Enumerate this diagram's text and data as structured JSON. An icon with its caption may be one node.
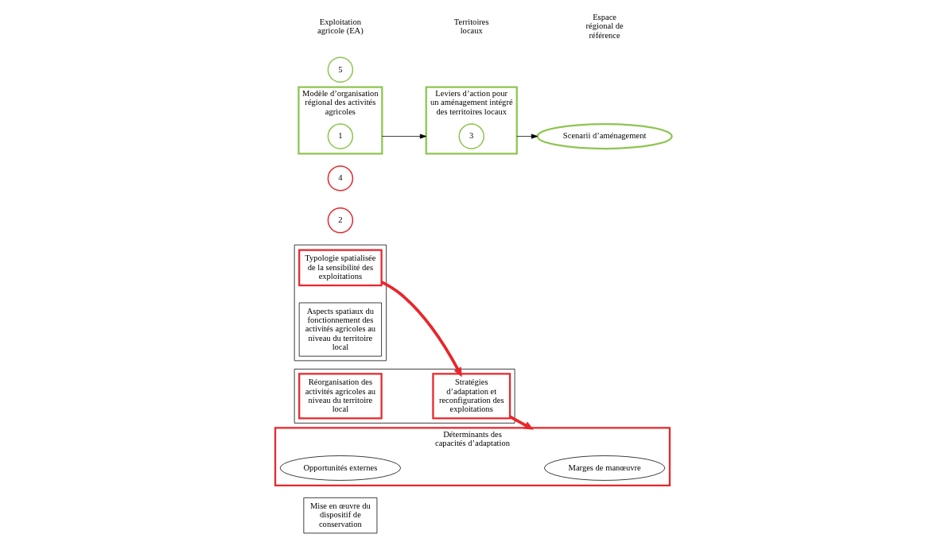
{
  "diagram": {
    "nodes": [
      {
        "text": [
          "Mise en œuvre du dispositif de conservation"
        ]
      },
      {
        "text": [],
        "shape": "box"
      },
      {
        "text": [
          "Typologie spatialisée de la sensibilité des exploitations"
        ],
        "in": 1
      },
      {
        "text": [
          "Aspects spatiaux du fonctionnement des activités agricoles au niveau du territoire local"
        ],
        "in": 1
      },
      {
        "text": [
          "Déterminants des capacités d’adaptation"
        ]
      },
      {
        "text": [
          "Marges de manœuvre"
        ],
        "in": 4
      },
      {
        "text": [
          "2"
        ]
      },
      {
        "text": [
          "Opportunités externes"
        ],
        "in": 4
      },
      {
        "text": [],
        "shape": "box"
      },
      {
        "text": [
          "Stratégies d’adaptation et reconfiguration des exploitations"
        ],
        "in": 8
      },
      {
        "text": [
          "Réorganisation des activités agricoles au niveau du territoire local"
        ],
        "in": 8
      },
      {
        "text": [
          "4"
        ]
      },
      {
        "text": [
          "Modèle d’organisation régional des activités agricoles"
        ]
      },
      {
        "text": [
          "1"
        ],
        "in": 12
      },
      {
        "text": [
          "Leviers d’action pour un aménagement intégré des territoires locaux"
        ]
      },
      {
        "text": [
          "3"
        ],
        "in": 14
      },
      {
        "text": [
          "5"
        ]
      },
      {
        "text": [
          "Scenarii d’aménagement"
        ]
      }
    ],
    "edges": [
      {
        "from": 2,
        "to": 9,
        "arrow": "to",
        "style": "thick",
        "color": "#e8262b"
      },
      {
        "from": 9,
        "to": 4,
        "arrow": "to",
        "style": "thick",
        "color": "#e8262b"
      },
      {
        "from": 12,
        "to": 14,
        "arrow": "to",
        "color": "#000000"
      },
      {
        "from": 14,
        "to": 17,
        "arrow": "to",
        "color": "#000000"
      }
    ],
    "labels": [
      "Exploitation agricole (EA)",
      "Territoires locaux",
      "Espace régional de référence"
    ]
  }
}
